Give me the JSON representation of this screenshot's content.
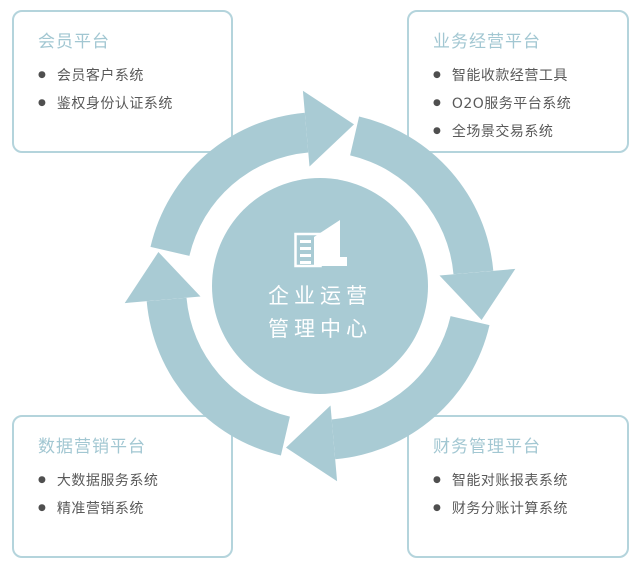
{
  "diagram": {
    "center": {
      "line1": "企业运营",
      "line2": "管理中心",
      "icon": "building-icon"
    },
    "platforms": [
      {
        "position": "top-left",
        "title": "会员平台",
        "items": [
          "会员客户系统",
          "鉴权身份认证系统"
        ]
      },
      {
        "position": "top-right",
        "title": "业务经营平台",
        "items": [
          "智能收款经营工具",
          "O2O服务平台系统",
          "全场景交易系统"
        ]
      },
      {
        "position": "bottom-left",
        "title": "数据营销平台",
        "items": [
          "大数据服务系统",
          "精准营销系统"
        ]
      },
      {
        "position": "bottom-right",
        "title": "财务管理平台",
        "items": [
          "智能对账报表系统",
          "财务分账计算系统"
        ]
      }
    ],
    "bullet_glyph": "●",
    "colors": {
      "accent_fill": "#a9cbd4",
      "box_border": "#b4d4dc",
      "title_text": "#a2c7d2",
      "item_text": "#595959",
      "center_text": "#ffffff"
    },
    "flow_direction": "clockwise"
  }
}
